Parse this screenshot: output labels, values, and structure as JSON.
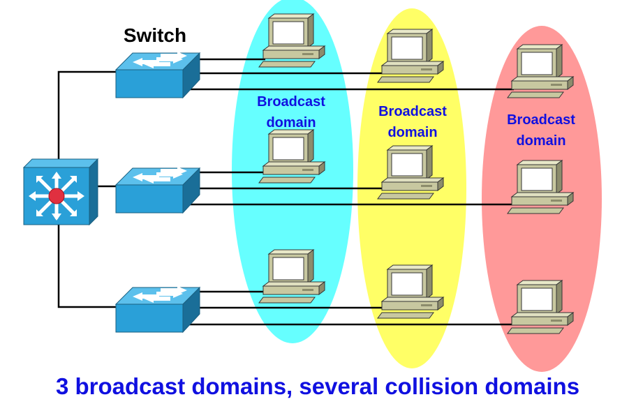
{
  "switch_label": "Switch",
  "domains": [
    {
      "label_line1": "Broadcast",
      "label_line2": "domain",
      "color": "#66FFFF"
    },
    {
      "label_line1": "Broadcast",
      "label_line2": "domain",
      "color": "#FFFF66"
    },
    {
      "label_line1": "Broadcast",
      "label_line2": "domain",
      "color": "#FF9999"
    }
  ],
  "caption": "3 broadcast domains, several collision domains",
  "colors": {
    "label_blue": "#1010E0",
    "device_blue": "#2AA0D8",
    "router_red": "#E03040",
    "computer_body": "#C8C8A0",
    "link": "#000000"
  },
  "icons": [
    "multilayer-switch-icon",
    "switch-icon",
    "computer-icon"
  ]
}
